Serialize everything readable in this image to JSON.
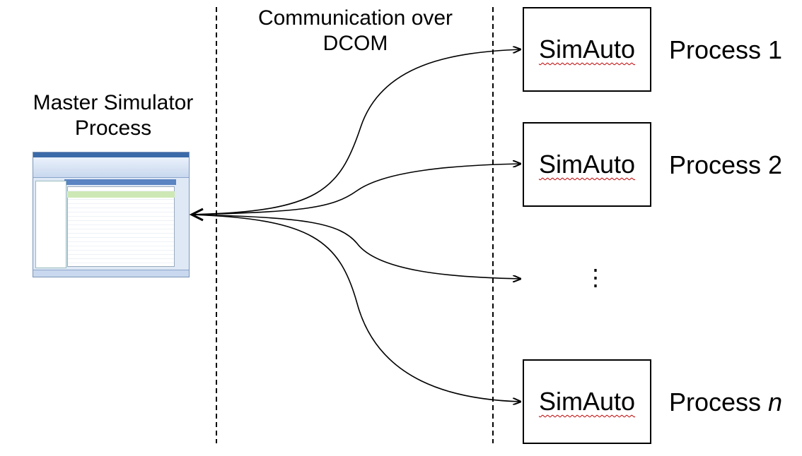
{
  "master": {
    "line1": "Master Simulator",
    "line2": "Process"
  },
  "communication": {
    "line1": "Communication over",
    "line2": "DCOM"
  },
  "simauto_label": "SimAuto",
  "processes": [
    {
      "prefix": "Process ",
      "suffix": "1",
      "suffix_italic": false
    },
    {
      "prefix": "Process ",
      "suffix": "2",
      "suffix_italic": false
    },
    {
      "prefix": "Process ",
      "suffix": "n",
      "suffix_italic": true
    }
  ],
  "ellipsis": "⋮",
  "icons": {
    "master_thumbnail": "simulator-window-screenshot"
  },
  "colors": {
    "line": "#000000",
    "spellcheck_underline": "#c00000"
  }
}
